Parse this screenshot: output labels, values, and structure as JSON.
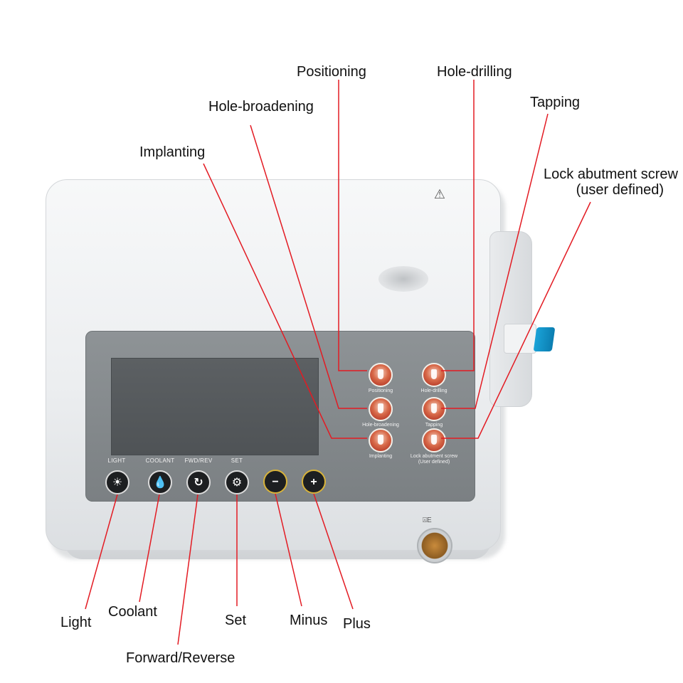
{
  "callouts": {
    "positioning": "Positioning",
    "hole_drilling": "Hole-drilling",
    "hole_broadening": "Hole-broadening",
    "tapping": "Tapping",
    "implanting": "Implanting",
    "lock_abutment_l1": "Lock abutment screw",
    "lock_abutment_l2": "(user defined)",
    "light": "Light",
    "coolant": "Coolant",
    "forward_reverse": "Forward/Reverse",
    "set": "Set",
    "minus": "Minus",
    "plus": "Plus"
  },
  "panel": {
    "modes": {
      "positioning": "Positioning",
      "hole_drilling": "Hole-drilling",
      "hole_broadening": "Hole-broadening",
      "tapping": "Tapping",
      "implanting": "Implanting",
      "lock_l1": "Lock abutment screw",
      "lock_l2": "(User defined)"
    },
    "controls": {
      "light": "LIGHT",
      "coolant": "COOLANT",
      "fwd_rev": "FWD/REV",
      "set": "SET"
    }
  },
  "icons": {
    "light": "lightbulb-icon",
    "coolant": "water-drop-icon",
    "fwd_rev": "refresh-arrows-icon",
    "set": "gear-icon",
    "minus": "minus-icon",
    "plus": "plus-icon",
    "warning": "warning-triangle-icon",
    "connector": "handpiece-connector-icon"
  },
  "colors": {
    "callout_line": "#e31b23",
    "panel": "#858a8d",
    "button_ring_gold": "#d8b33a",
    "clip_blue": "#1aa3d8"
  }
}
